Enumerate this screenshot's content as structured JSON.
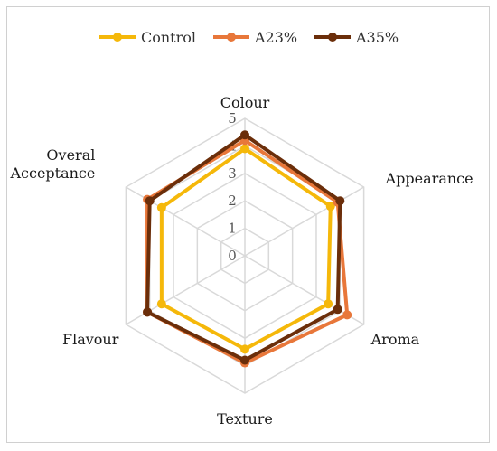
{
  "chart_data": {
    "type": "radar",
    "title": "",
    "axes": [
      "Colour",
      "Appearance",
      "Aroma",
      "Texture",
      "Flavour",
      "Overal\nAcceptance"
    ],
    "rlim": [
      0,
      5
    ],
    "ticks": [
      "0",
      "1",
      "2",
      "3",
      "4",
      "5"
    ],
    "grid": true,
    "legend_position": "top",
    "series": [
      {
        "name": "Control",
        "color": "#F5B80A",
        "values": [
          3.9,
          3.6,
          3.5,
          3.4,
          3.5,
          3.5
        ]
      },
      {
        "name": "A23%",
        "color": "#E8773A",
        "values": [
          4.2,
          3.9,
          4.3,
          3.9,
          4.1,
          4.1
        ]
      },
      {
        "name": "A35%",
        "color": "#6B2E0A",
        "values": [
          4.4,
          4.0,
          3.9,
          3.8,
          4.1,
          4.0
        ]
      }
    ]
  }
}
